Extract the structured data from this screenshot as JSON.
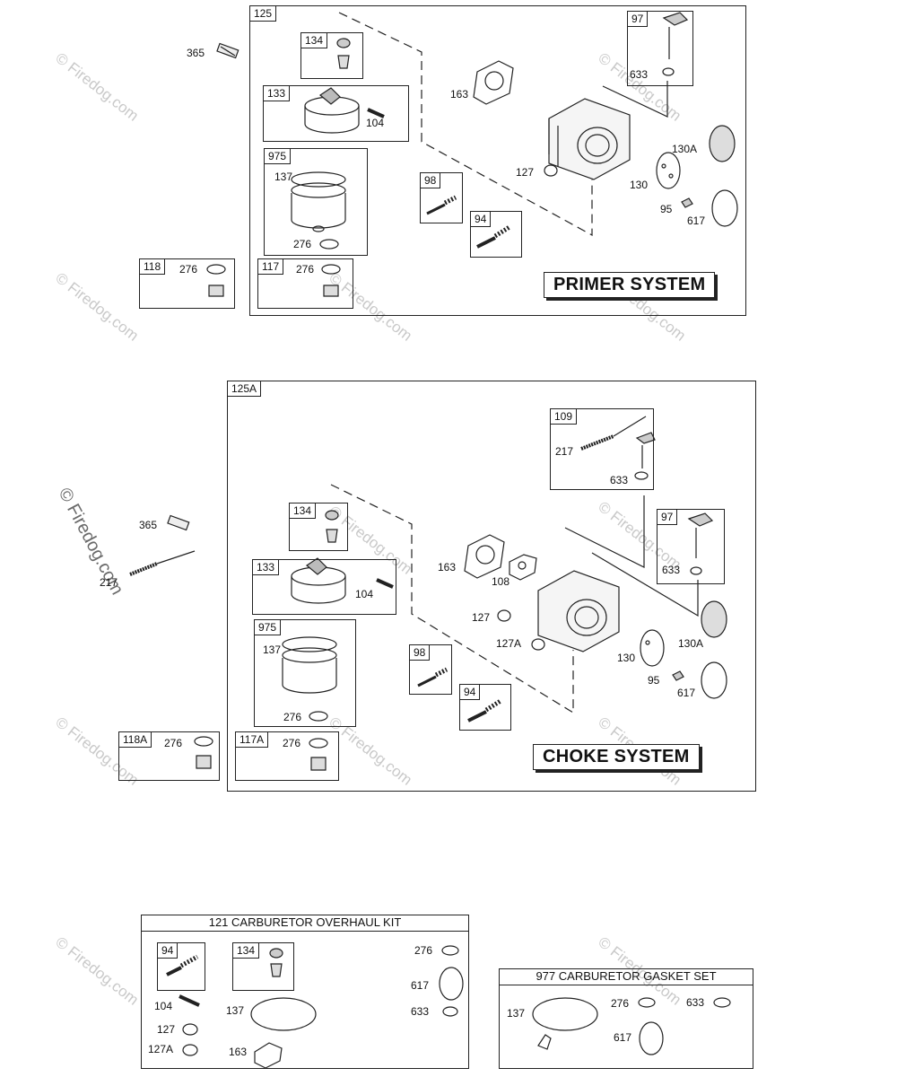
{
  "watermark": {
    "symbol": "©",
    "text": "Firedog.com"
  },
  "primer": {
    "banner": "PRIMER SYSTEM",
    "tags": {
      "assembly": "125",
      "primer_bulb": "134",
      "float": "133",
      "bowl_kit": "975",
      "screw_kit": "98",
      "needle_kit": "94",
      "valve_kit": "97",
      "fitting_kit_a": "118",
      "fitting_kit_b": "117"
    },
    "labels": {
      "bolt": "365",
      "gasket": "163",
      "pin": "104",
      "bowl": "137",
      "seal": "276",
      "valve_seat": "633",
      "plug": "127",
      "cover": "130A",
      "plate": "130",
      "screw": "95",
      "o_ring": "617",
      "fitting_seal_a": "276",
      "fitting_seal_b": "276"
    }
  },
  "choke": {
    "banner": "CHOKE SYSTEM",
    "tags": {
      "assembly": "125A",
      "lever_kit": "109",
      "primer_bulb": "134",
      "float": "133",
      "bowl_kit": "975",
      "screw_kit": "98",
      "needle_kit": "94",
      "valve_kit": "97",
      "fitting_kit_a": "118A",
      "fitting_kit_b": "117A"
    },
    "labels": {
      "bolt": "365",
      "spring": "217",
      "spring_kit": "217",
      "valve_seat_kit": "633",
      "gasket": "163",
      "plate_gasket": "108",
      "pin": "104",
      "plug": "127",
      "plug_a": "127A",
      "bowl": "137",
      "seal": "276",
      "valve_seat": "633",
      "plate": "130",
      "cover": "130A",
      "screw": "95",
      "o_ring": "617",
      "fitting_seal_a": "276",
      "fitting_seal_b": "276"
    }
  },
  "overhaul_kit": {
    "title": "121 CARBURETOR OVERHAUL KIT",
    "tags": {
      "needle_kit": "94",
      "primer_bulb": "134"
    },
    "labels": {
      "seal": "276",
      "o_ring": "617",
      "valve_seat": "633",
      "pin": "104",
      "plug": "127",
      "plug_a": "127A",
      "bowl_gasket": "137",
      "gasket": "163"
    }
  },
  "gasket_set": {
    "title": "977 CARBURETOR GASKET SET",
    "labels": {
      "bowl_gasket": "137",
      "seal": "276",
      "valve_seat": "633",
      "o_ring": "617"
    }
  }
}
